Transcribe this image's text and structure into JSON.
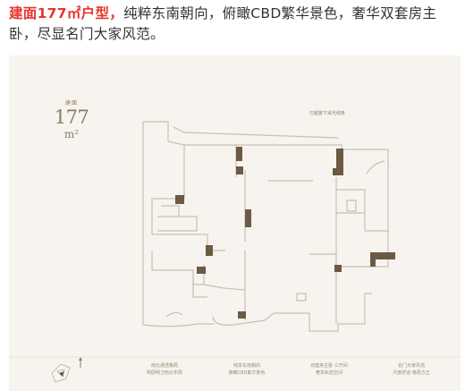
{
  "article": {
    "highlight": "建面177㎡户型，",
    "body": "纯粹东南朝向，俯瞰CBD繁华景色，奢华双套房主卧，尽显名门大家风范。"
  },
  "plan": {
    "type_small": "建面",
    "area_number": "177",
    "area_unit": "m²",
    "view_note": "已超窗下采光线条",
    "notes": [
      {
        "line1": "南北通透格局",
        "line2": "明厨明卫南北布局"
      },
      {
        "line1": "纯享东南朝向",
        "line2": "俯瞰CBD繁华景色"
      },
      {
        "line1": "双套房主卧 三开间",
        "line2": "奢享私密空间"
      },
      {
        "line1": "名门大家风范",
        "line2": "尺度舒适 格局方正"
      }
    ],
    "colors": {
      "wall": "#c6c0b5",
      "column": "#6d5a43",
      "accent": "#8c7a5c",
      "background": "#f7f4ef",
      "highlight_text": "#e5352e"
    }
  }
}
